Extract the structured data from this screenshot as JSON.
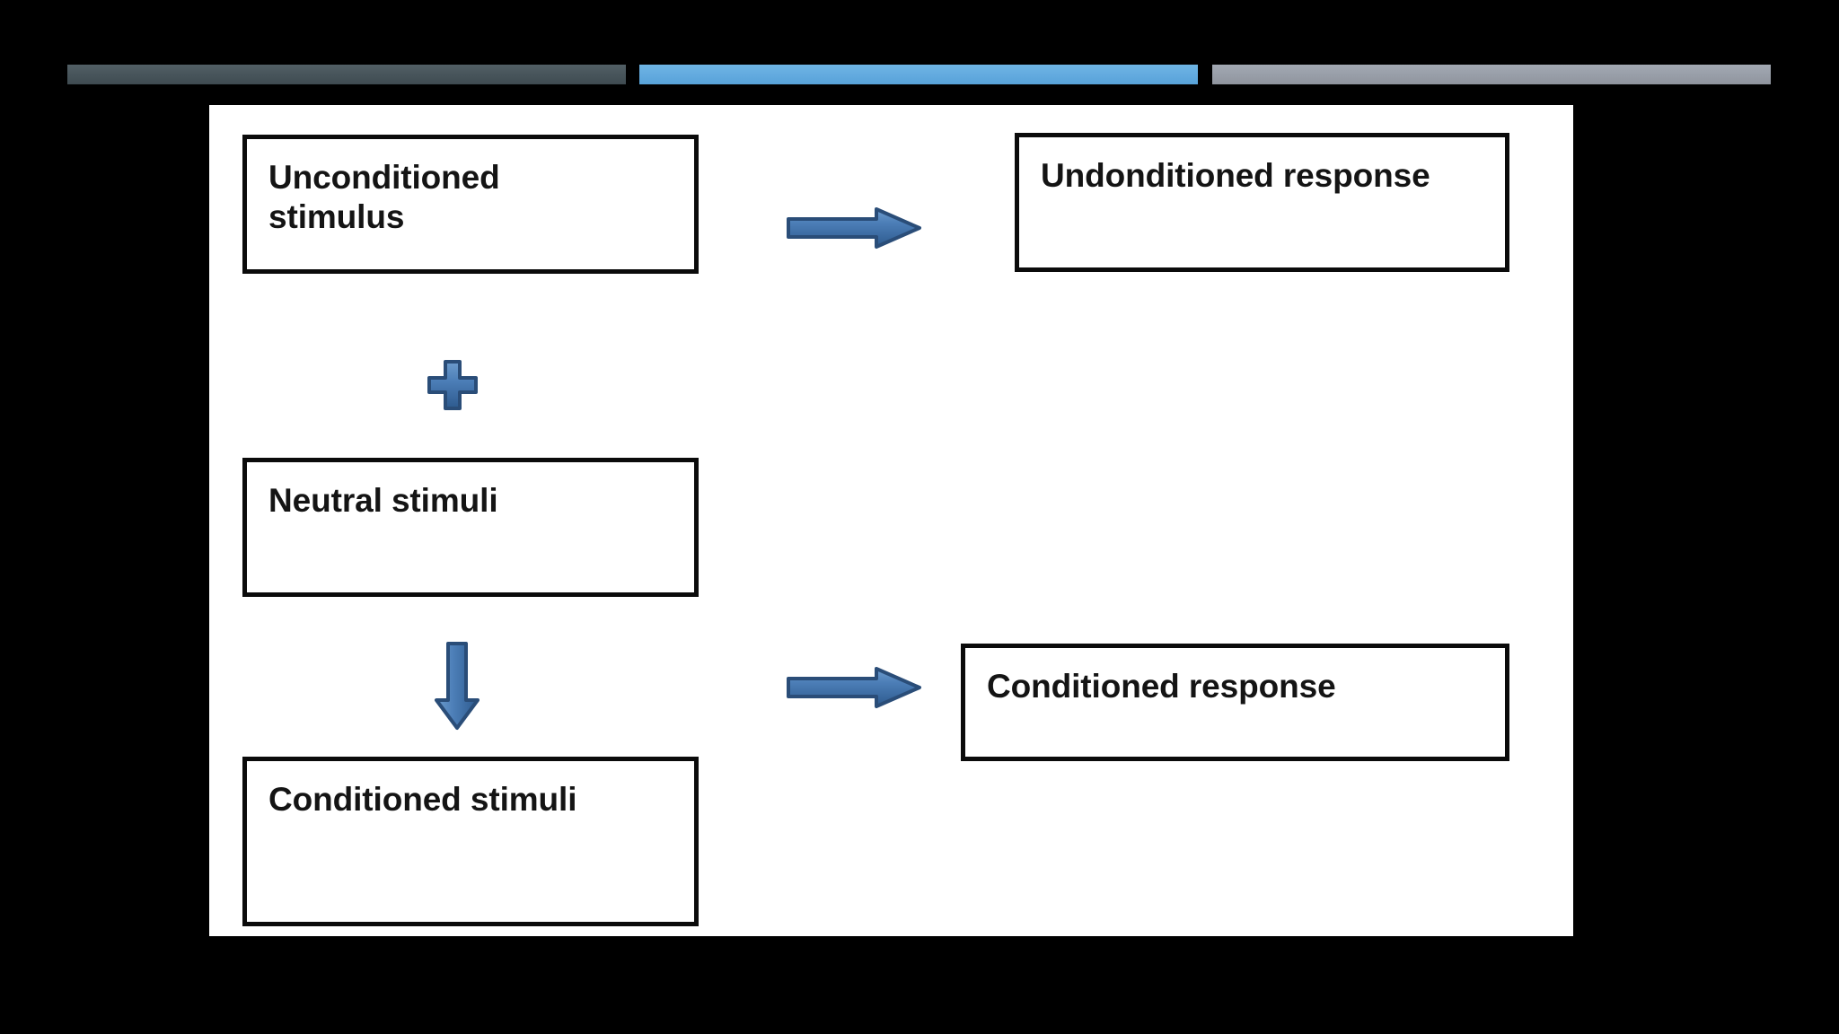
{
  "slide": {
    "title_text": "",
    "background_color": "#000000",
    "panel_color": "#ffffff"
  },
  "topbar": {
    "segments": [
      {
        "name": "segment-dark",
        "color": "#47545a"
      },
      {
        "name": "segment-blue",
        "color": "#62aadf"
      },
      {
        "name": "segment-grey",
        "color": "#989ea8"
      }
    ]
  },
  "diagram": {
    "type": "classical-conditioning-flow",
    "boxes": [
      {
        "id": "unconditioned-stimulus",
        "label": "Unconditioned\nstimulus"
      },
      {
        "id": "unconditioned-response",
        "label": "Undonditioned response"
      },
      {
        "id": "neutral-stimuli",
        "label": "Neutral stimuli"
      },
      {
        "id": "conditioned-stimuli",
        "label": "Conditioned stimuli"
      },
      {
        "id": "conditioned-response",
        "label": "Conditioned response"
      }
    ],
    "connectors": [
      {
        "id": "arrow-us-to-ur",
        "kind": "arrow-right",
        "from": "unconditioned-stimulus",
        "to": "unconditioned-response"
      },
      {
        "id": "plus-us-ns",
        "kind": "plus",
        "from": "unconditioned-stimulus",
        "to": "neutral-stimuli"
      },
      {
        "id": "arrow-ns-to-cs",
        "kind": "arrow-down",
        "from": "neutral-stimuli",
        "to": "conditioned-stimuli"
      },
      {
        "id": "arrow-cs-to-cr",
        "kind": "arrow-right",
        "from": "conditioned-stimuli",
        "to": "conditioned-response"
      }
    ],
    "colors": {
      "box_border": "#0b0b0b",
      "box_fill": "#ffffff",
      "text": "#141414",
      "arrow_fill_light": "#5b8fc7",
      "arrow_fill_dark": "#2f5f95",
      "arrow_stroke": "#2a4d78"
    }
  }
}
